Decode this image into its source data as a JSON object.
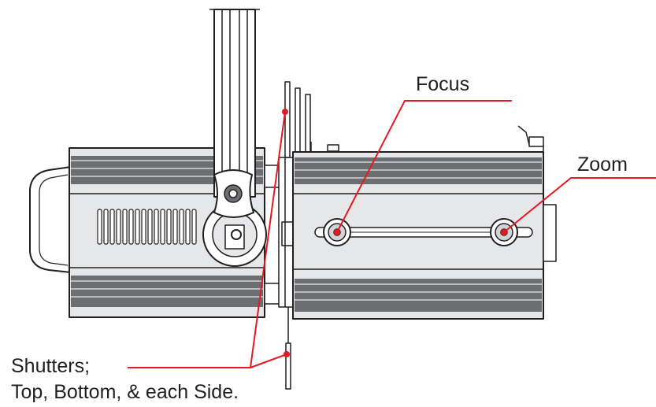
{
  "labels": {
    "focus": "Focus",
    "zoom": "Zoom",
    "shutters_line1": "Shutters;",
    "shutters_line2": "Top, Bottom, & each Side."
  },
  "colors": {
    "leader_line": "#e21b23",
    "outline": "#231f20",
    "panel_grey": "#6d6e71",
    "light_grey": "#d1d3d4",
    "body_grey": "#e6e7e8"
  }
}
